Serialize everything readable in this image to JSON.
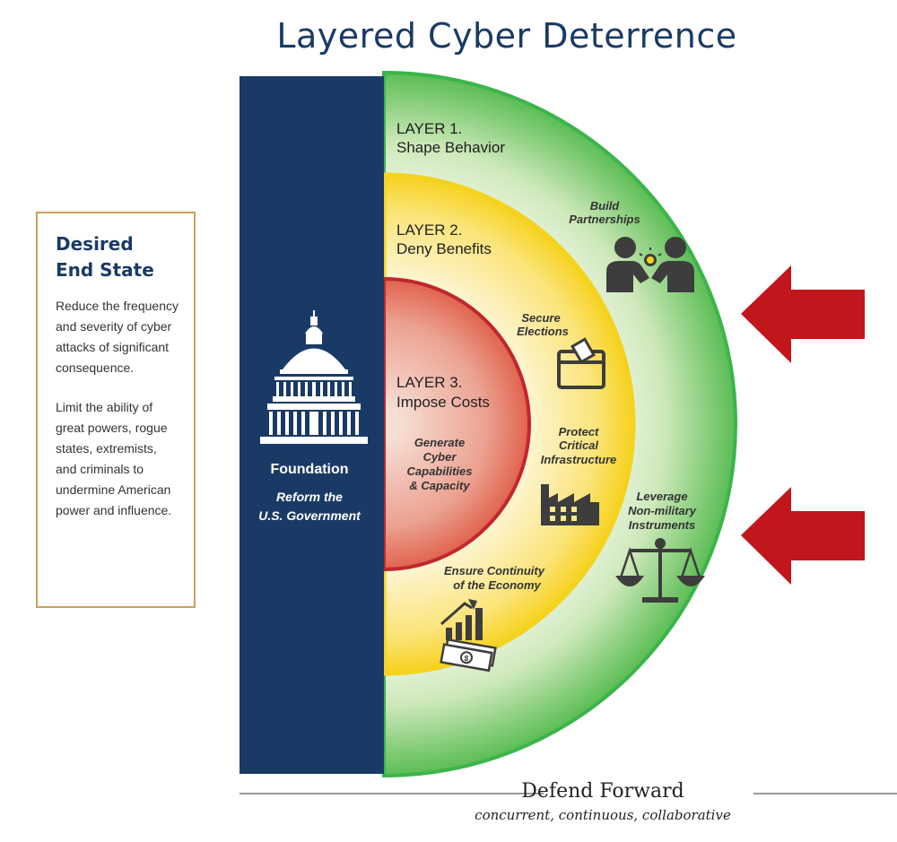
{
  "title": "Layered Cyber Deterrence",
  "end_state": {
    "heading_line1": "Desired",
    "heading_line2": "End State",
    "para1": "Reduce the frequency and severity of cyber attacks of significant consequence.",
    "para2": "Limit the ability of great powers, rogue states, extremists, and criminals to undermine American power and influence."
  },
  "foundation": {
    "label": "Foundation",
    "sub_line1": "Reform the",
    "sub_line2": "U.S. Government"
  },
  "layers": {
    "layer1": {
      "num": "LAYER 1.",
      "name": "Shape Behavior"
    },
    "layer2": {
      "num": "LAYER 2.",
      "name": "Deny Benefits"
    },
    "layer3": {
      "num": "LAYER 3.",
      "name": "Impose Costs"
    }
  },
  "items": {
    "build_partnerships": {
      "line1": "Build",
      "line2": "Partnerships"
    },
    "secure_elections": {
      "line1": "Secure",
      "line2": "Elections"
    },
    "protect_infrastructure": {
      "line1": "Protect",
      "line2": "Critical",
      "line3": "Infrastructure"
    },
    "leverage_instruments": {
      "line1": "Leverage",
      "line2": "Non-military",
      "line3": "Instruments"
    },
    "generate_cyber": {
      "line1": "Generate",
      "line2": "Cyber",
      "line3": "Capabilities",
      "line4": "& Capacity"
    },
    "ensure_continuity": {
      "line1": "Ensure Continuity",
      "line2": "of the Economy"
    }
  },
  "footer": {
    "defend": "Defend Forward",
    "sub": "concurrent, continuous, collaborative"
  },
  "colors": {
    "navy": "#1a3a66",
    "green": "#3bb54a",
    "yellow": "#f5d21e",
    "red": "#c1272d",
    "gold_border": "#c9a15e"
  }
}
